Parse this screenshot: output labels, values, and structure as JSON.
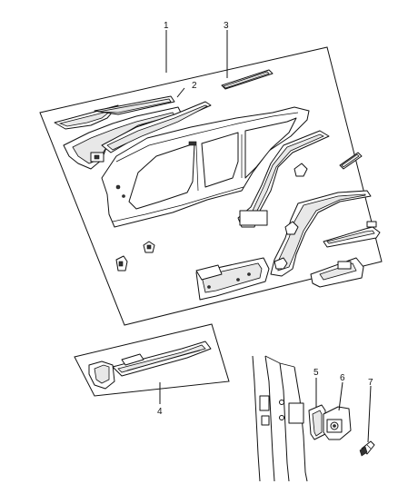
{
  "callouts": [
    {
      "id": "c1",
      "label": "1"
    },
    {
      "id": "c2",
      "label": "2"
    },
    {
      "id": "c3",
      "label": "3"
    },
    {
      "id": "c4",
      "label": "4"
    },
    {
      "id": "c5",
      "label": "5"
    },
    {
      "id": "c6",
      "label": "6"
    },
    {
      "id": "c7",
      "label": "7"
    }
  ],
  "colors": {
    "line": "#111111",
    "background": "#ffffff",
    "shade": "#e8e8e8"
  }
}
